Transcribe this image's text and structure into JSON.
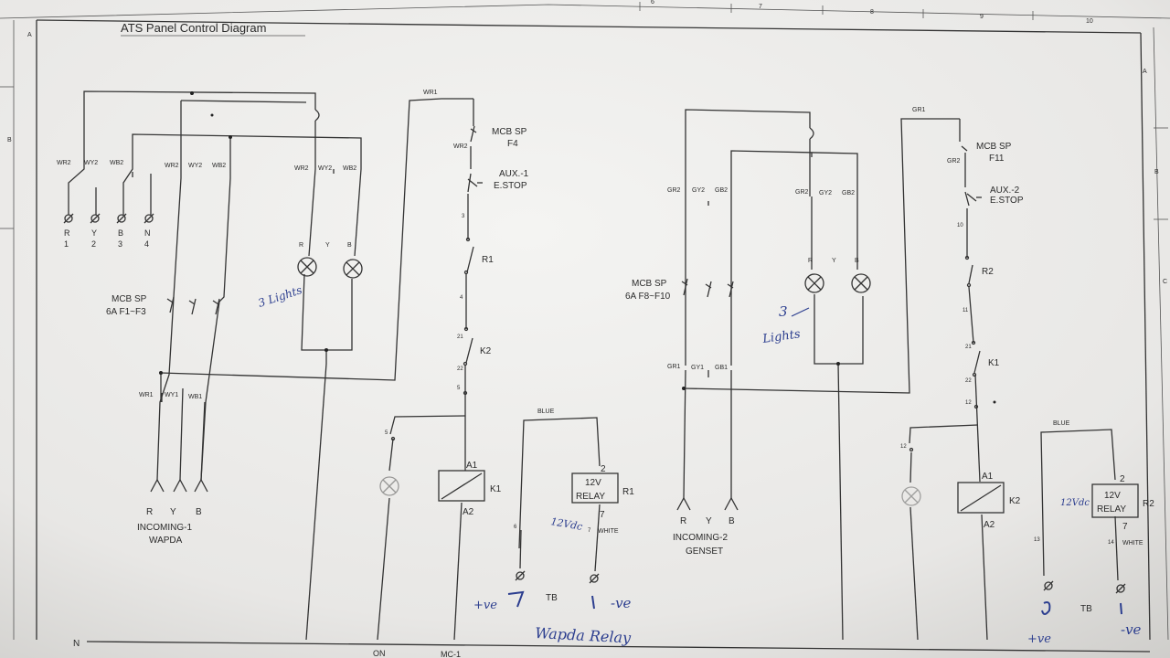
{
  "title": "ATS Panel Control Diagram",
  "border": {
    "top_numbers": [
      "6",
      "7",
      "8",
      "9",
      "10"
    ],
    "left_letters": [
      "A",
      "B"
    ],
    "right_letters": [
      "A",
      "B",
      "C"
    ]
  },
  "supply_left": {
    "bus_labels": [
      "WR2",
      "WY2",
      "WB2",
      "WR2",
      "WY2",
      "WB2",
      "WR2",
      "WY2",
      "WB2"
    ],
    "terminals": [
      {
        "top": "R",
        "bottom": "1"
      },
      {
        "top": "Y",
        "bottom": "2"
      },
      {
        "top": "B",
        "bottom": "3"
      },
      {
        "top": "N",
        "bottom": "4"
      }
    ],
    "lamp_phase_labels": [
      "R",
      "Y",
      "B"
    ],
    "mcb_label_1": "MCB SP",
    "mcb_label_2": "6A F1~F3",
    "lower_labels": [
      "WR1",
      "WY1",
      "WB1"
    ],
    "incoming_phases": [
      "R",
      "Y",
      "B"
    ],
    "incoming_name_1": "INCOMING-1",
    "incoming_name_2": "WAPDA"
  },
  "supply_right": {
    "upper_labels": [
      "GR2",
      "GY2",
      "GB2"
    ],
    "lamp_labels": [
      "GR2",
      "GY2",
      "GB2"
    ],
    "lamp_phase_labels": [
      "R",
      "Y",
      "B"
    ],
    "mcb_label_1": "MCB SP",
    "mcb_label_2": "6A F8~F10",
    "lower_labels": [
      "GR1",
      "GY1",
      "GB1"
    ],
    "incoming_phases": [
      "R",
      "Y",
      "B"
    ],
    "incoming_name_1": "INCOMING-2",
    "incoming_name_2": "GENSET"
  },
  "control_1": {
    "top_label": "WR1",
    "mcb_label_1": "MCB SP",
    "mcb_label_2": "F4",
    "node_label": "WR2",
    "estop_label_1": "AUX.-1",
    "estop_label_2": "E.STOP",
    "contacts": [
      "R1",
      "K2"
    ],
    "node_numbers": [
      "3",
      "4",
      "21",
      "22",
      "5",
      "5"
    ],
    "coil_labels": [
      "A1",
      "K1",
      "A2"
    ],
    "wire_label": "BLUE",
    "relay_top": "2",
    "relay_line_1": "12V",
    "relay_line_2": "RELAY",
    "relay_name": "R1",
    "relay_bottom": "7",
    "node_6": "6",
    "node_7": "7",
    "white_label": "WHITE",
    "tb_label": "TB",
    "bottom_labels": [
      "ON",
      "MC-1"
    ]
  },
  "control_2": {
    "top_label": "GR1",
    "mcb_label_1": "MCB SP",
    "mcb_label_2": "F11",
    "node_label": "GR2",
    "estop_label_1": "AUX.-2",
    "estop_label_2": "E.STOP",
    "contacts": [
      "R2",
      "K1"
    ],
    "node_numbers": [
      "10",
      "11",
      "21",
      "22",
      "12",
      "12"
    ],
    "coil_labels": [
      "A1",
      "K2",
      "A2"
    ],
    "wire_label": "BLUE",
    "relay_top": "2",
    "relay_line_1": "12V",
    "relay_line_2": "RELAY",
    "relay_name": "R2",
    "relay_bottom": "7",
    "node_13": "13",
    "node_14": "14",
    "white_label": "WHITE",
    "tb_label": "TB"
  },
  "neutral_label": "N",
  "handwritten": {
    "lights_left": "3 Lights",
    "lights_right_1": "3",
    "lights_right_2": "Lights",
    "vdc_1": "12Vdc",
    "plus_ve_1": "+ve",
    "minus_ve_1": "-ve",
    "wapda_relay": "Wapda Relay",
    "vdc_2": "12Vdc",
    "plus_ve_2": "+ve",
    "minus_ve_2": "-ve"
  }
}
